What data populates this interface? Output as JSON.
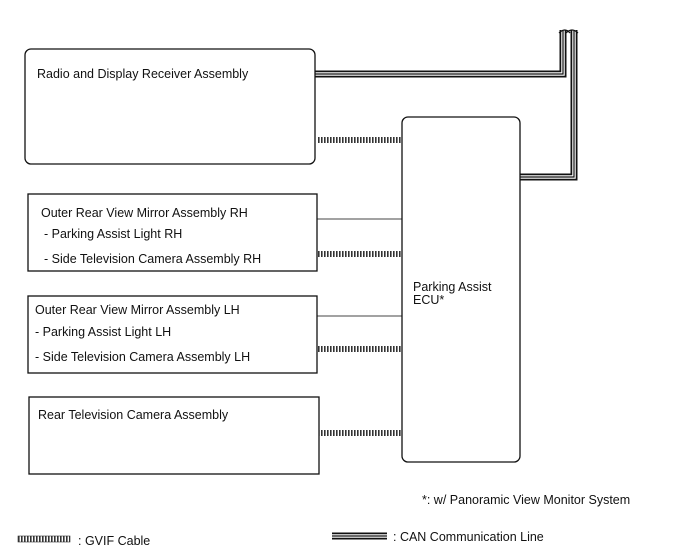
{
  "blocks": {
    "radio": {
      "title": "Radio and Display Receiver Assembly"
    },
    "mirror_rh": {
      "title": "Outer Rear View Mirror Assembly RH",
      "item1": "- Parking Assist Light RH",
      "item2": "- Side Television Camera Assembly RH"
    },
    "mirror_lh": {
      "title": "Outer Rear View Mirror Assembly LH",
      "item1": "- Parking Assist Light LH",
      "item2": "- Side Television Camera Assembly LH"
    },
    "rear_camera": {
      "title": "Rear Television Camera Assembly"
    },
    "ecu": {
      "line1": "Parking Assist",
      "line2": "ECU*"
    }
  },
  "footnote": "*: w/ Panoramic View Monitor System",
  "legend": {
    "gvif": ": GVIF Cable",
    "can": ": CAN Communication Line"
  }
}
